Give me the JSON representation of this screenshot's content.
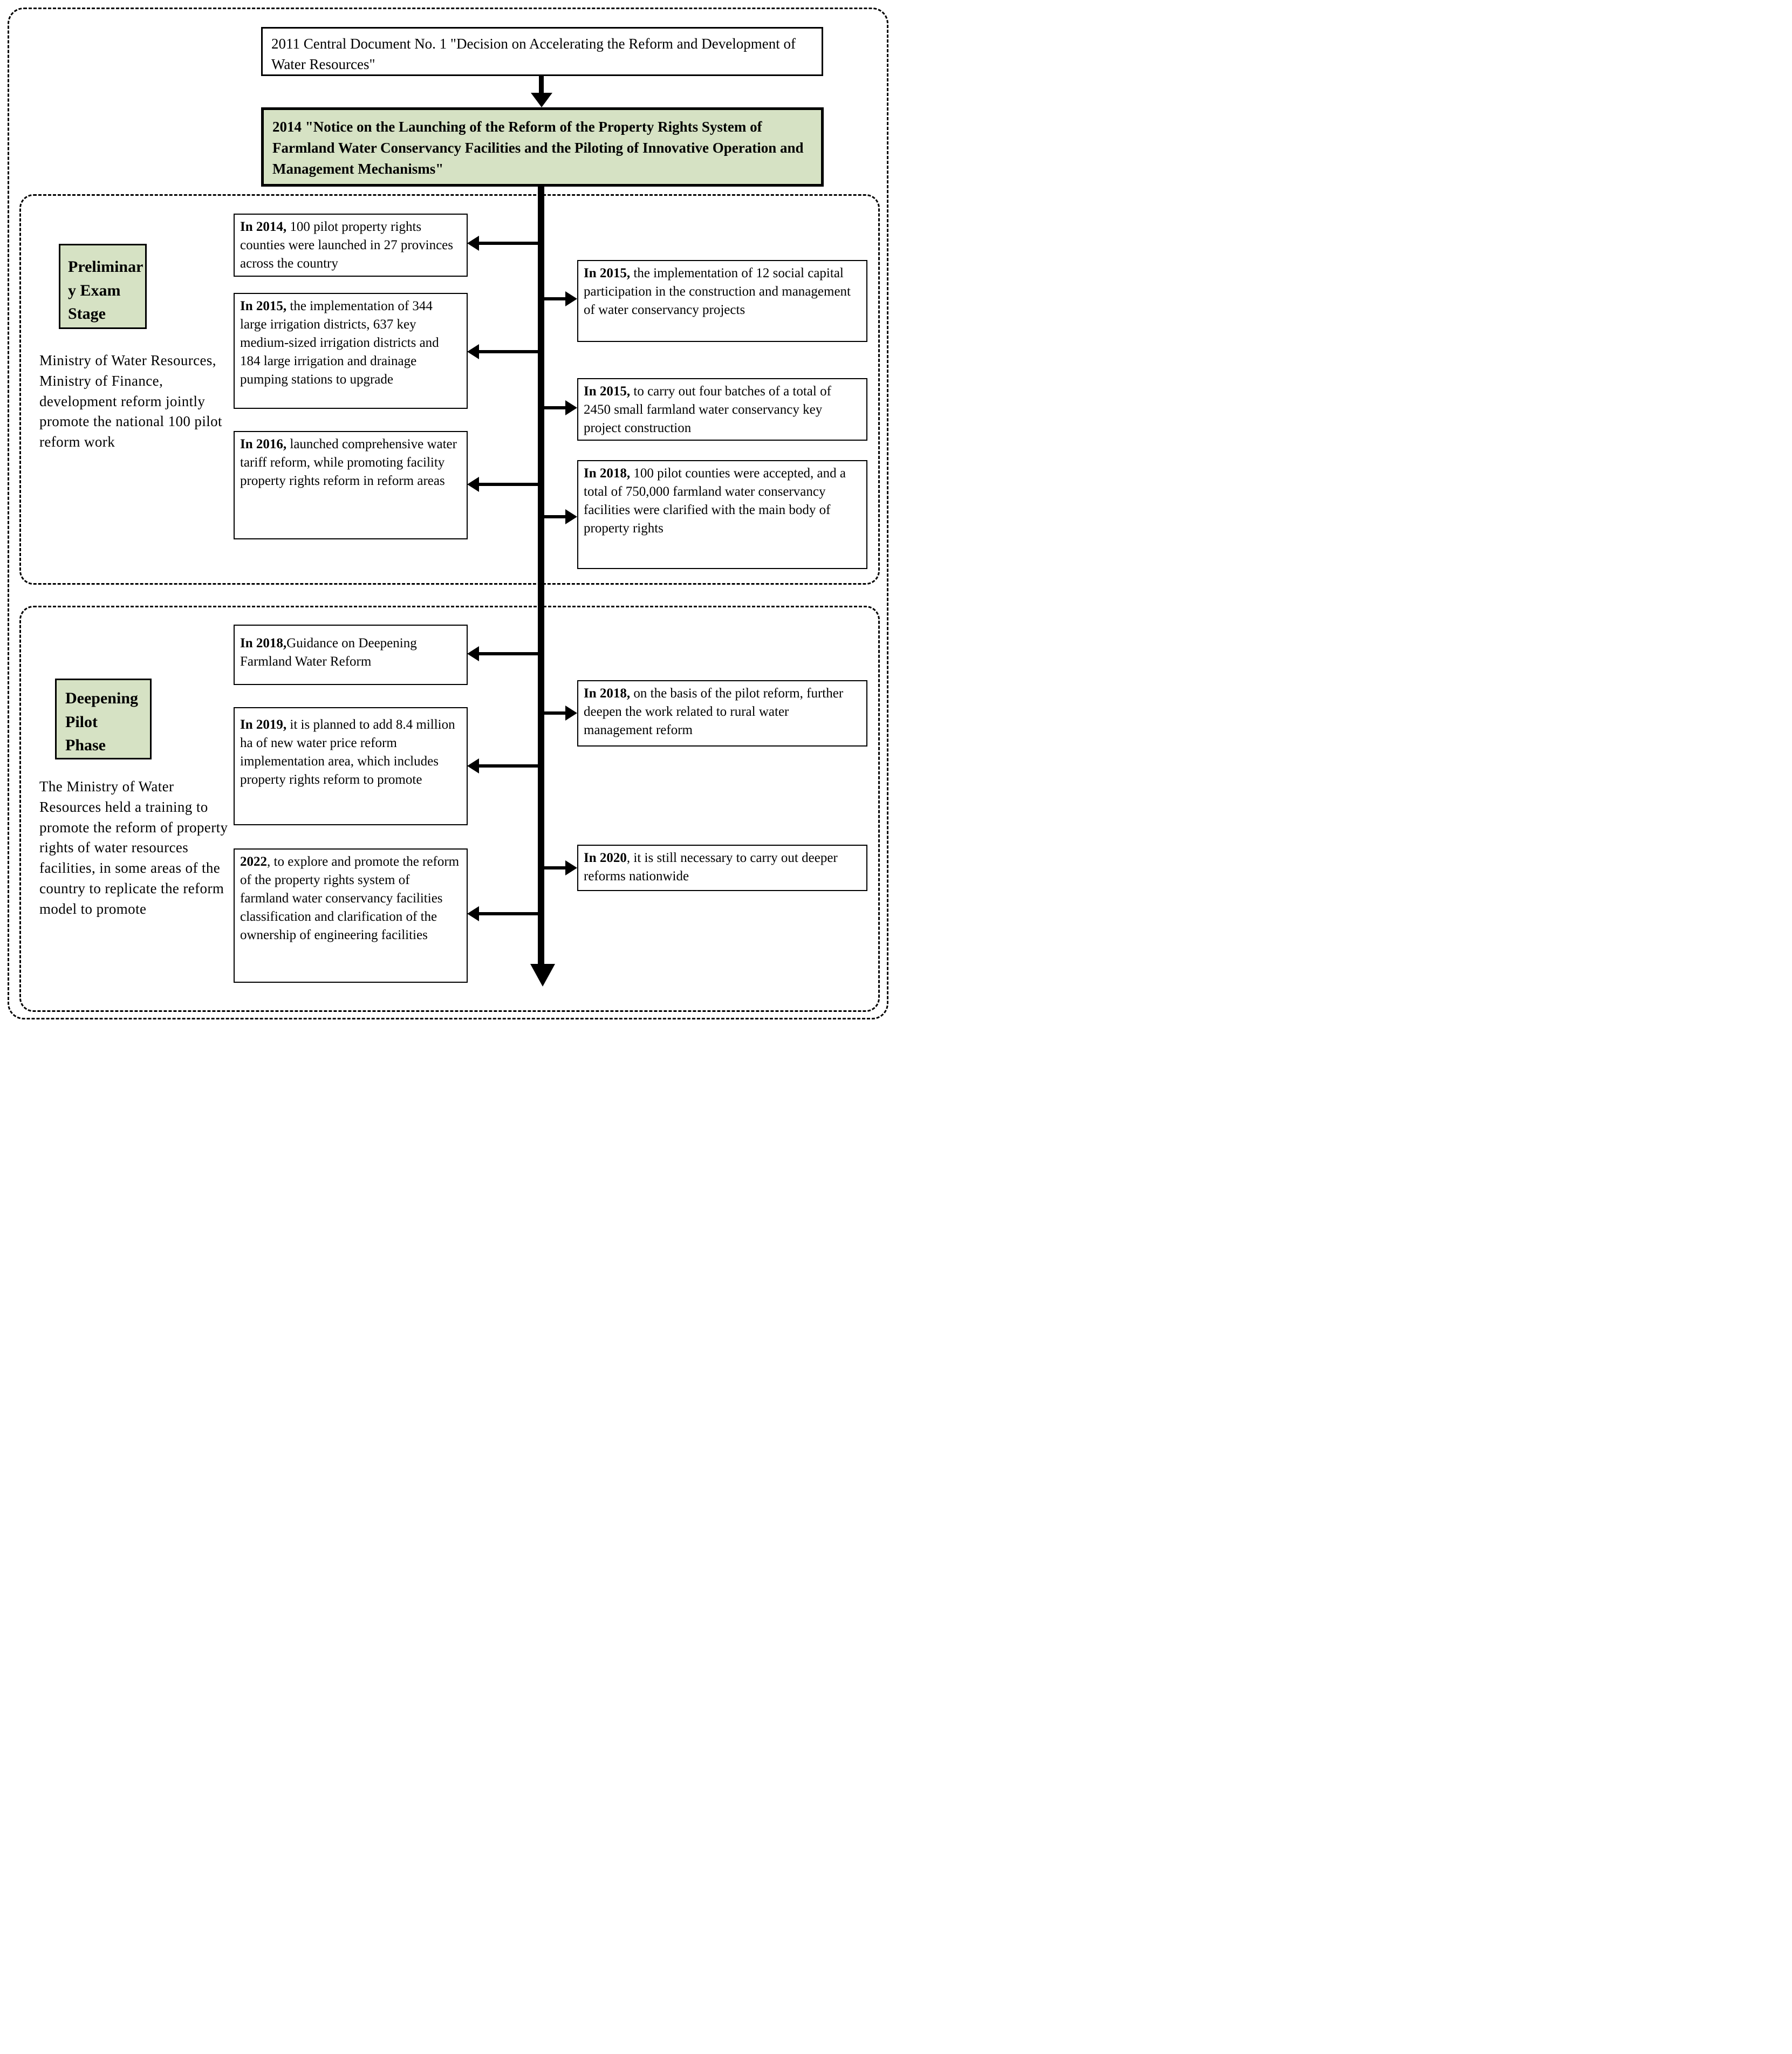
{
  "colors": {
    "stage_box_fill": "#d6e2c4",
    "border": "#000000",
    "background": "#ffffff"
  },
  "top_document": {
    "text": "2011 Central Document No. 1 \"Decision on Accelerating the Reform and Development of Water Resources\""
  },
  "notice_document": {
    "text": "2014 \"Notice on the Launching of the Reform of the Property Rights System of Farmland Water Conservancy Facilities and the Piloting of Innovative Operation and Management Mechanisms\""
  },
  "stage1": {
    "label": "Preliminary Exam Stage",
    "label_lines": [
      "Preliminar",
      "y Exam",
      "Stage"
    ],
    "description": "Ministry of Water Resources, Ministry of Finance, development reform jointly promote the national 100 pilot reform work",
    "left_events": [
      {
        "year": "In 2014,",
        "text": " 100 pilot property rights counties were launched in 27 provinces across the country"
      },
      {
        "year": "In 2015,",
        "text": " the implementation of 344 large irrigation districts, 637 key medium-sized irrigation districts and 184 large irrigation and drainage pumping stations to upgrade"
      },
      {
        "year": "In 2016,",
        "text": " launched comprehensive water tariff reform, while promoting facility property rights reform in reform areas"
      }
    ],
    "right_events": [
      {
        "year": "In 2015,",
        "text": " the implementation of 12 social capital participation in the construction and management of water conservancy projects"
      },
      {
        "year": "In 2015,",
        "text": " to carry out four batches of a total of 2450 small farmland water conservancy key project construction"
      },
      {
        "year": "In 2018,",
        "text": " 100 pilot counties were accepted, and a total of 750,000 farmland water conservancy facilities were clarified with the main body of property rights"
      }
    ]
  },
  "stage2": {
    "label": "Deepening Pilot Phase",
    "label_lines": [
      "Deepening",
      "Pilot",
      "Phase"
    ],
    "description": "The Ministry of Water Resources held a training to promote the reform of property rights of water resources facilities, in some areas of the country to replicate the reform model to promote",
    "left_events": [
      {
        "year": "In 2018,",
        "text": "Guidance on Deepening Farmland Water Reform"
      },
      {
        "year": "In 2019,",
        "text": " it is planned to add 8.4 million ha of new water price reform implementation area, which includes property rights reform to promote"
      },
      {
        "year": "2022",
        "text": ", to explore and promote the reform of the property rights system of farmland water conservancy facilities classification and clarification of the ownership of engineering facilities"
      }
    ],
    "right_events": [
      {
        "year": "In 2018,",
        "text": " on the basis of the pilot reform, further deepen the work related to rural water management reform"
      },
      {
        "year": "In 2020",
        "text": ", it is still necessary to carry out deeper reforms nationwide"
      }
    ]
  }
}
